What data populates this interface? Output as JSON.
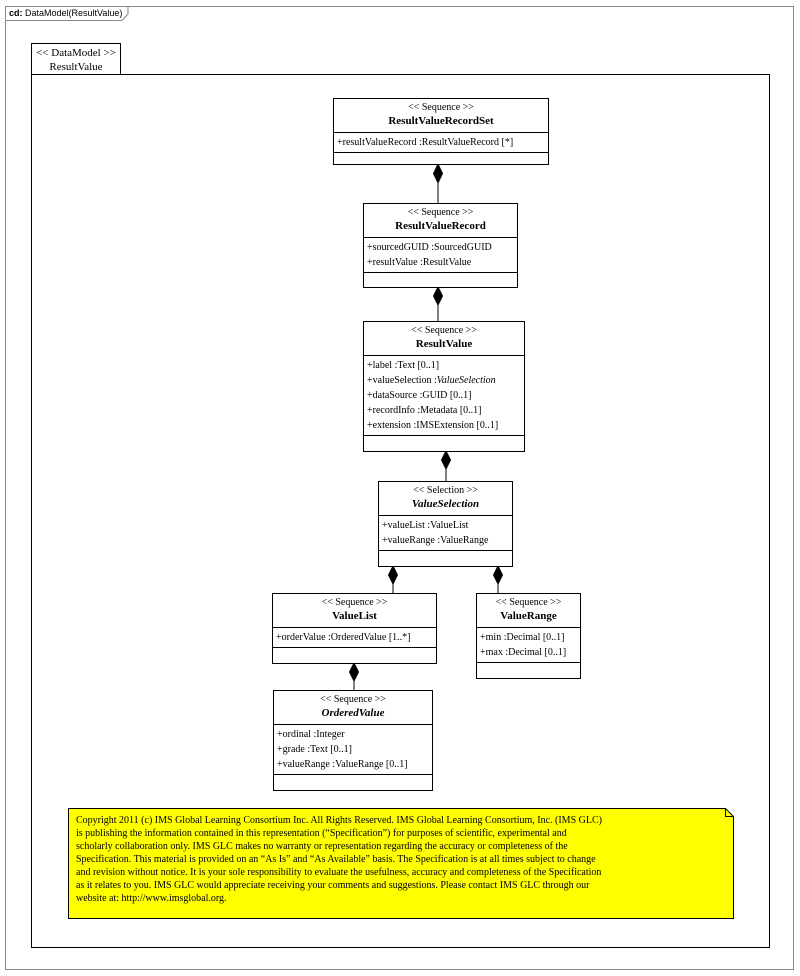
{
  "frame": {
    "kind": "cd:",
    "title": "DataModel(ResultValue)"
  },
  "package": {
    "stereotype": "<< DataModel >>",
    "name": "ResultValue"
  },
  "classes": {
    "recordset": {
      "stereotype": "<< Sequence >>",
      "name": "ResultValueRecordSet",
      "attrs": [
        "+resultValueRecord :ResultValueRecord [*]"
      ]
    },
    "record": {
      "stereotype": "<< Sequence >>",
      "name": "ResultValueRecord",
      "attrs": [
        "+sourcedGUID :SourcedGUID",
        "+resultValue :ResultValue"
      ]
    },
    "resultvalue": {
      "stereotype": "<< Sequence >>",
      "name": "ResultValue",
      "attrs": [
        "+label :Text [0..1]",
        "+valueSelection :",
        "+dataSource :GUID [0..1]",
        "+recordInfo :Metadata [0..1]",
        "+extension :IMSExtension [0..1]"
      ],
      "valueSelection_type": "ValueSelection"
    },
    "valueselection": {
      "stereotype": "<< Selection >>",
      "name": "ValueSelection",
      "attrs": [
        "+valueList :ValueList",
        "+valueRange :ValueRange"
      ]
    },
    "valuelist": {
      "stereotype": "<< Sequence >>",
      "name": "ValueList",
      "attrs": [
        "+orderValue :OrderedValue [1..*]"
      ]
    },
    "valuerange": {
      "stereotype": "<< Sequence >>",
      "name": "ValueRange",
      "attrs": [
        "+min :Decimal [0..1]",
        "+max :Decimal [0..1]"
      ]
    },
    "orderedvalue": {
      "stereotype": "<< Sequence >>",
      "name": "OrderedValue",
      "attrs": [
        "+ordinal :Integer",
        "+grade :Text [0..1]",
        "+valueRange :ValueRange [0..1]"
      ]
    }
  },
  "note": {
    "lines": [
      "Copyright 2011 (c) IMS Global Learning Consortium Inc.  All Rights Reserved.  IMS Global Learning Consortium, Inc. (IMS GLC)",
      "is publishing the information contained in this representation (“Specification”) for purposes of scientific, experimental and",
      "scholarly collaboration only.  IMS GLC makes no warranty or representation regarding  the accuracy or completeness of the",
      "Specification.  This material is provided on an “As Is” and “As Available” basis.  The Specification is at all times subject to change",
      "and revision without notice.  It is your sole responsibility to evaluate the usefulness, accuracy and completeness of the Specification",
      "as it relates to you.  IMS GLC would appreciate receiving your comments and suggestions.  Please contact IMS GLC through our",
      "website at: http://www.imsglobal.org."
    ],
    "fill": "#ffff00"
  },
  "colors": {
    "frame_border": "#8a8a8a",
    "line": "#000000",
    "note_fill": "#ffff00"
  }
}
